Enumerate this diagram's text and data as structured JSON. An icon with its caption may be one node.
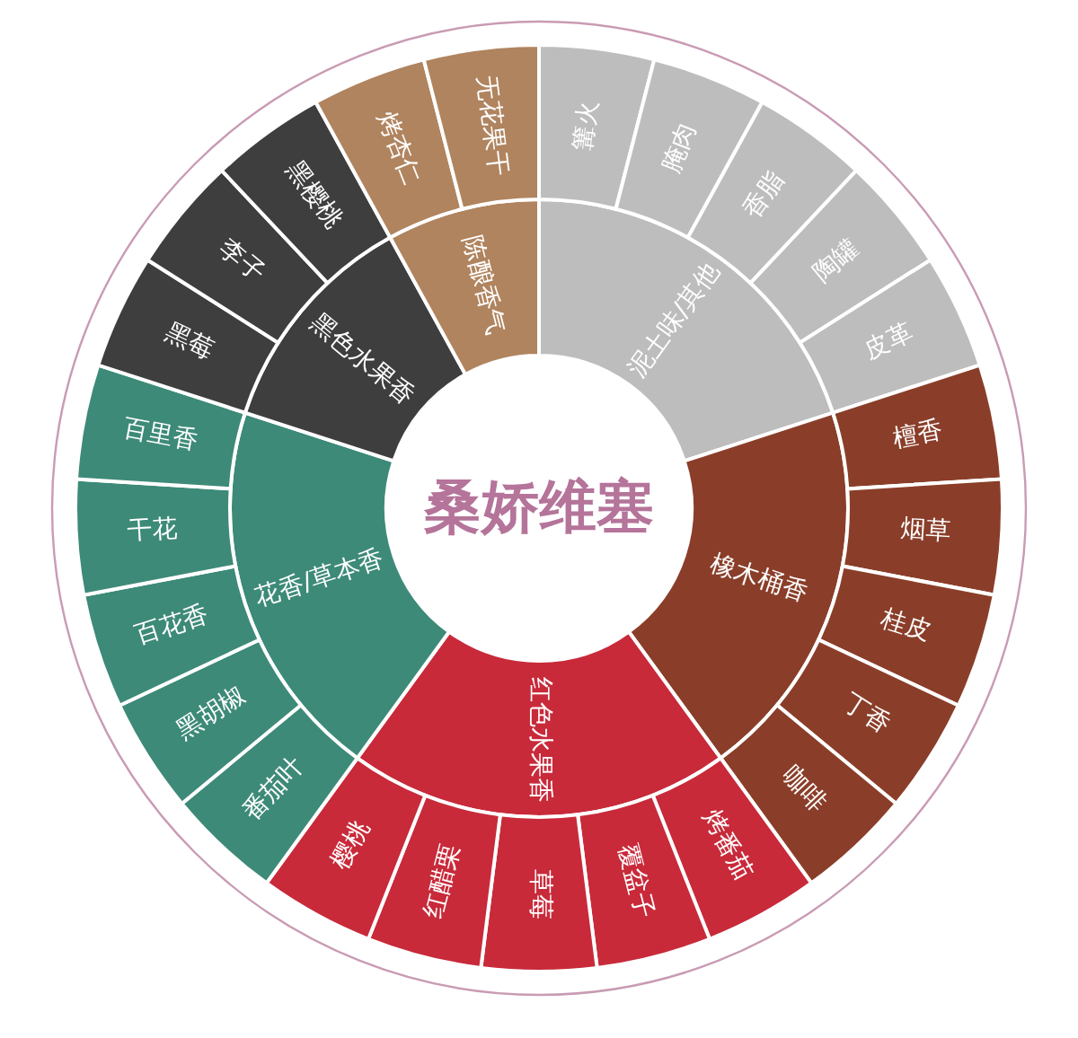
{
  "diagram": {
    "nodes": [
      {
        "text": [
          "桑娇维塞"
        ]
      },
      {
        "text": [
          "泥土味/其他"
        ]
      },
      {
        "text": [
          "篝火"
        ]
      },
      {
        "text": [
          "腌肉"
        ]
      },
      {
        "text": [
          "香脂"
        ]
      },
      {
        "text": [
          "陶罐"
        ]
      },
      {
        "text": [
          "皮革"
        ]
      },
      {
        "text": [
          "橡木桶香"
        ]
      },
      {
        "text": [
          "檀香"
        ]
      },
      {
        "text": [
          "烟草"
        ]
      },
      {
        "text": [
          "桂皮"
        ]
      },
      {
        "text": [
          "丁香"
        ]
      },
      {
        "text": [
          "咖啡"
        ]
      },
      {
        "text": [
          "红色水果香"
        ]
      },
      {
        "text": [
          "烤番茄"
        ]
      },
      {
        "text": [
          "覆盆子"
        ]
      },
      {
        "text": [
          "草莓"
        ]
      },
      {
        "text": [
          "红醋栗"
        ]
      },
      {
        "text": [
          "樱桃"
        ]
      },
      {
        "text": [
          "花香/草本香"
        ]
      },
      {
        "text": [
          "番茄叶"
        ]
      },
      {
        "text": [
          "黑胡椒"
        ]
      },
      {
        "text": [
          "百花香"
        ]
      },
      {
        "text": [
          "干花"
        ]
      },
      {
        "text": [
          "百里香"
        ]
      },
      {
        "text": [
          "黑色水果香"
        ]
      },
      {
        "text": [
          "黑莓"
        ]
      },
      {
        "text": [
          "李子"
        ]
      },
      {
        "text": [
          "黑樱桃"
        ]
      },
      {
        "text": [
          "陈酿香气"
        ]
      },
      {
        "text": [
          "烤杏仁"
        ]
      },
      {
        "text": [
          "无花果干"
        ]
      }
    ]
  }
}
